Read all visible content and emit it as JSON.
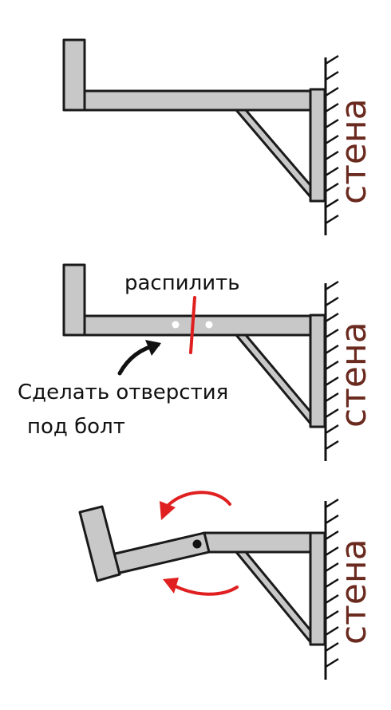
{
  "labels": {
    "wall": "стена",
    "saw": "распилить",
    "drill_line1": "Сделать отверстия",
    "drill_line2": "под болт"
  },
  "colors": {
    "wall_text": "#6b2a1f",
    "steel": "#c8c8c8",
    "outline": "#1a1a1a",
    "cut_line": "#e02020",
    "rotation_arrows": "#e02020",
    "pointer_arrow": "#111111"
  }
}
